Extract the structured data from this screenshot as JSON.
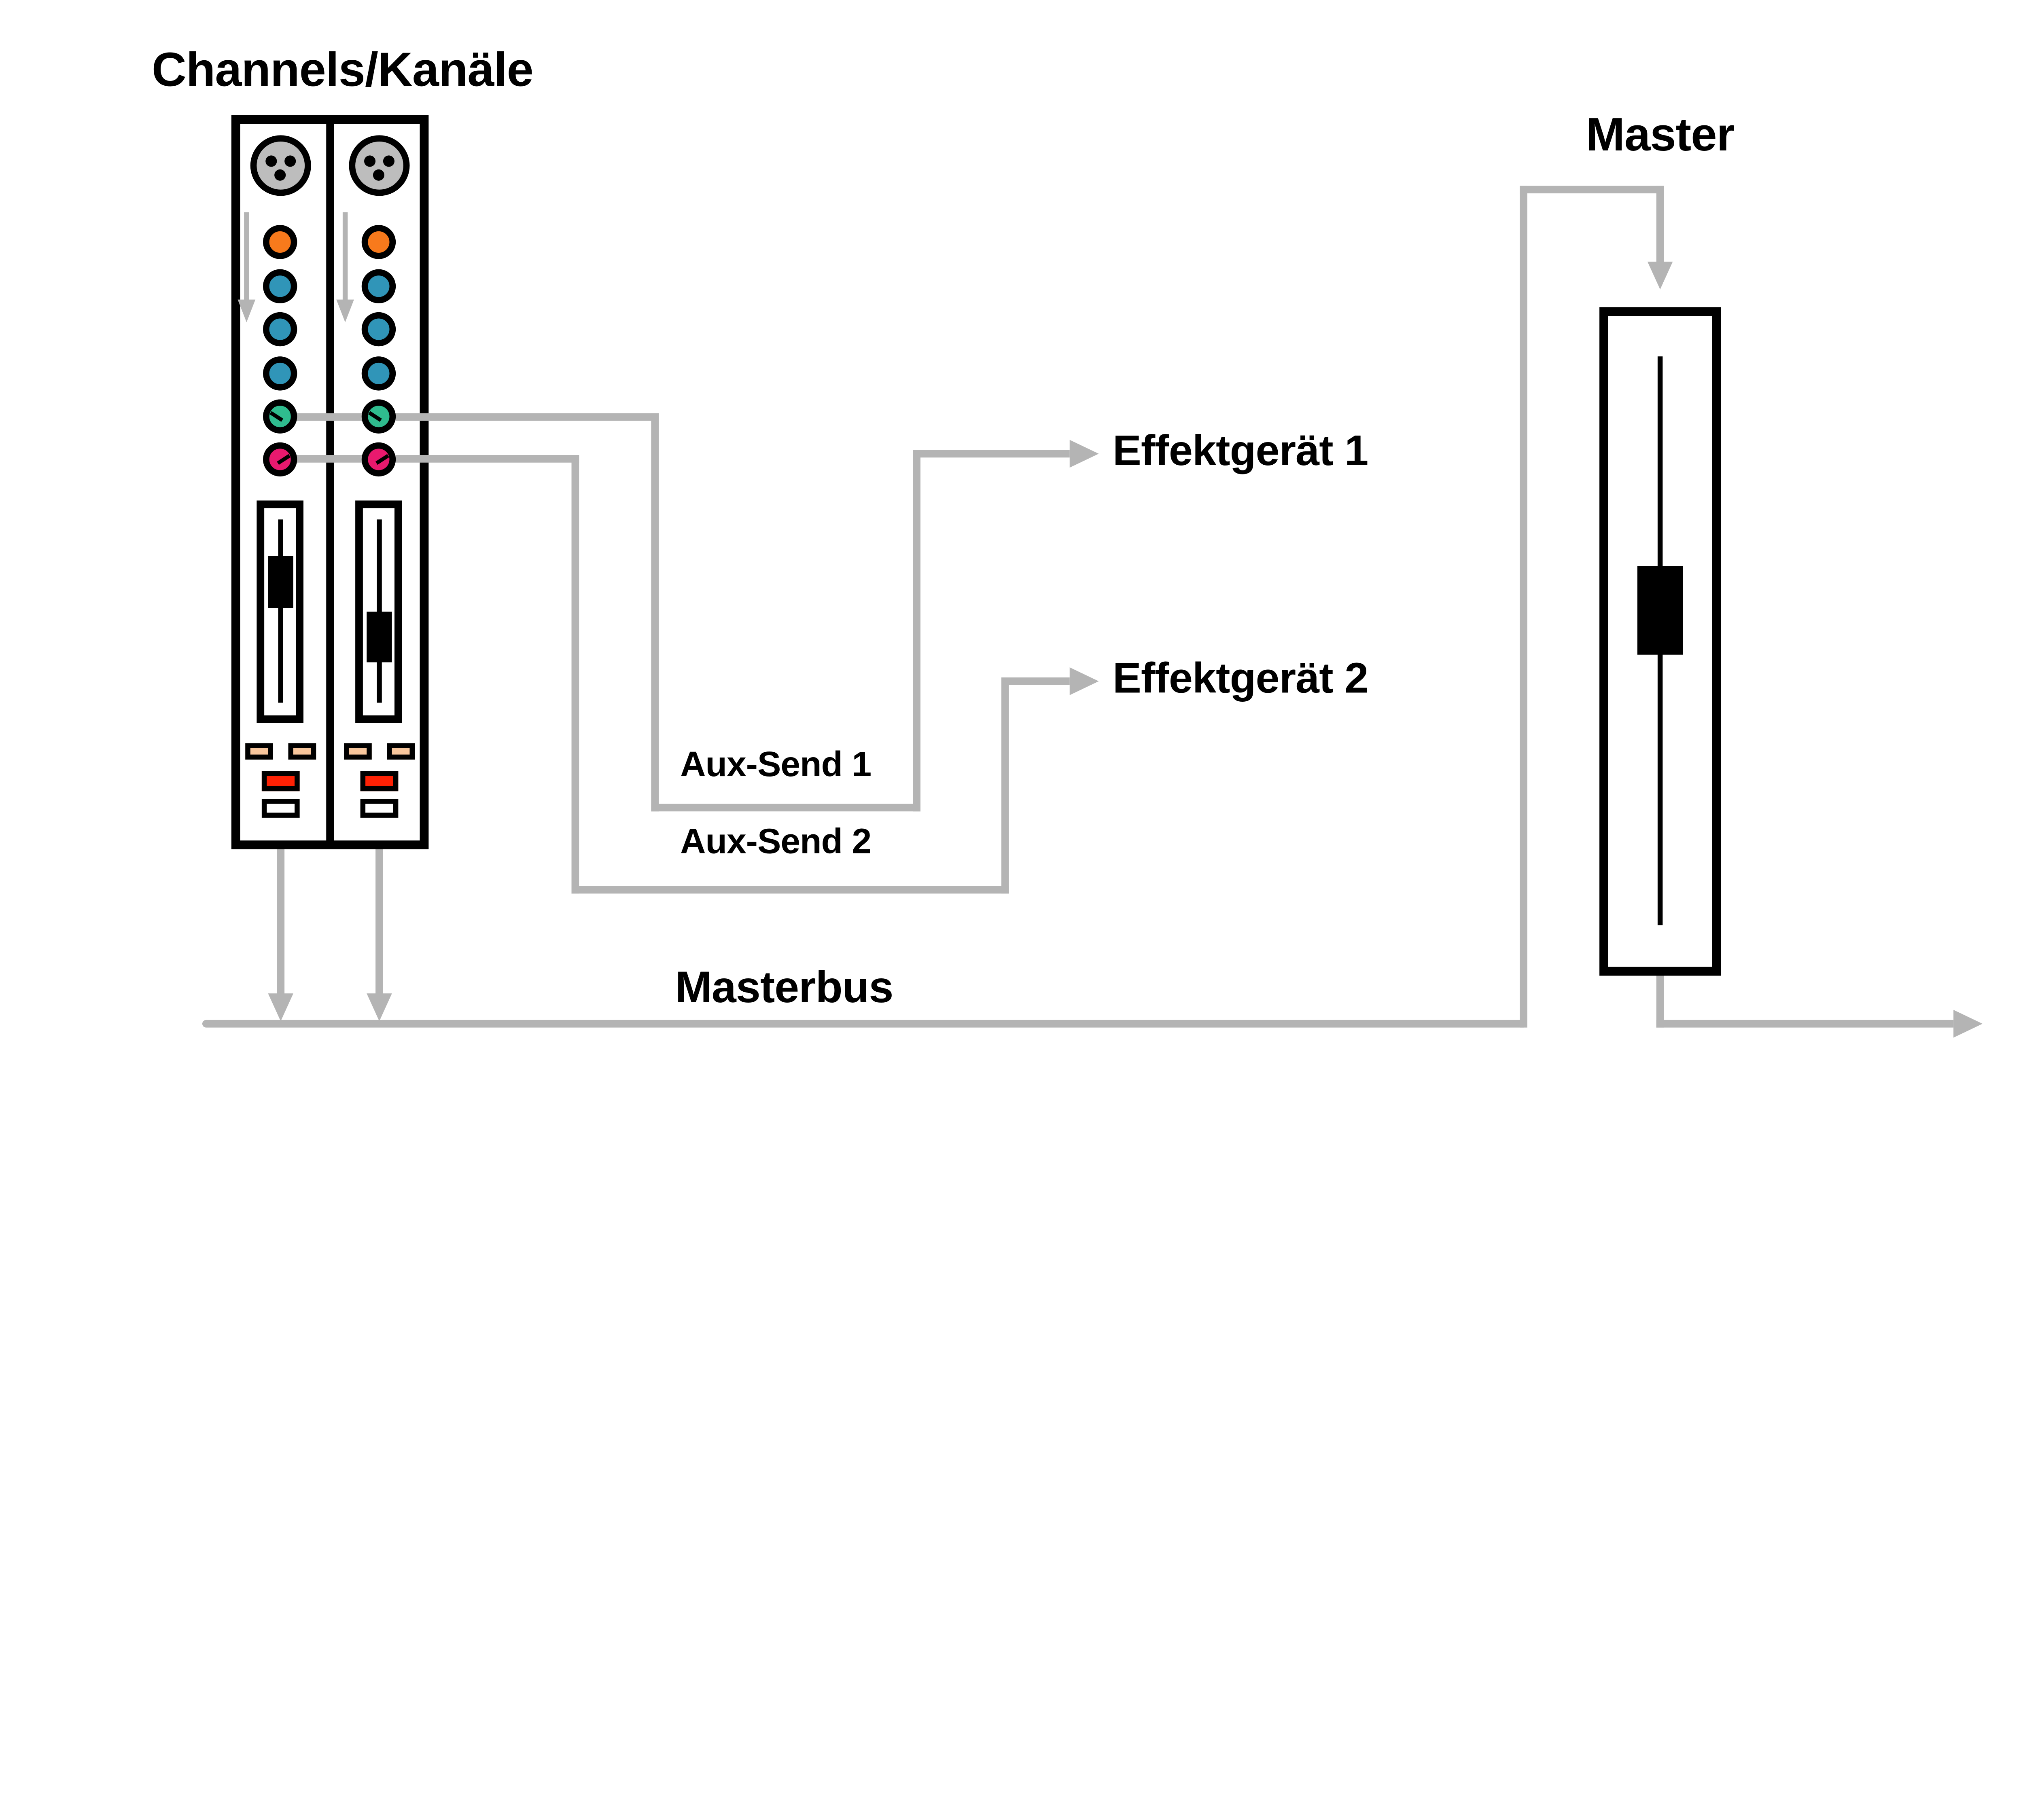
{
  "title": "Channels/Kanäle",
  "master": {
    "label": "Master",
    "fader_position": "middle"
  },
  "masterbus": {
    "label": "Masterbus"
  },
  "aux_sends": [
    {
      "label": "Aux-Send 1"
    },
    {
      "label": "Aux-Send 2"
    }
  ],
  "effects": [
    {
      "label": "Effektgerät 1"
    },
    {
      "label": "Effektgerät 2"
    }
  ],
  "channels": [
    {
      "name": "channel-1",
      "fader_position": "high"
    },
    {
      "name": "channel-2",
      "fader_position": "middle"
    }
  ],
  "knobs": [
    {
      "name": "gain",
      "color": "#f87a1c"
    },
    {
      "name": "eq-high",
      "color": "#3095b8"
    },
    {
      "name": "eq-mid",
      "color": "#3095b8"
    },
    {
      "name": "eq-low",
      "color": "#3095b8"
    },
    {
      "name": "aux-send-1",
      "color": "#2fbc8e"
    },
    {
      "name": "aux-send-2",
      "color": "#e9196e"
    }
  ],
  "buttons": {
    "peach": "#f8c69c",
    "red": "#fe2104",
    "white": "#ffffff"
  },
  "colors": {
    "line": "#b4b4b4",
    "connector": "#bdbdbd",
    "outline": "#000000"
  }
}
